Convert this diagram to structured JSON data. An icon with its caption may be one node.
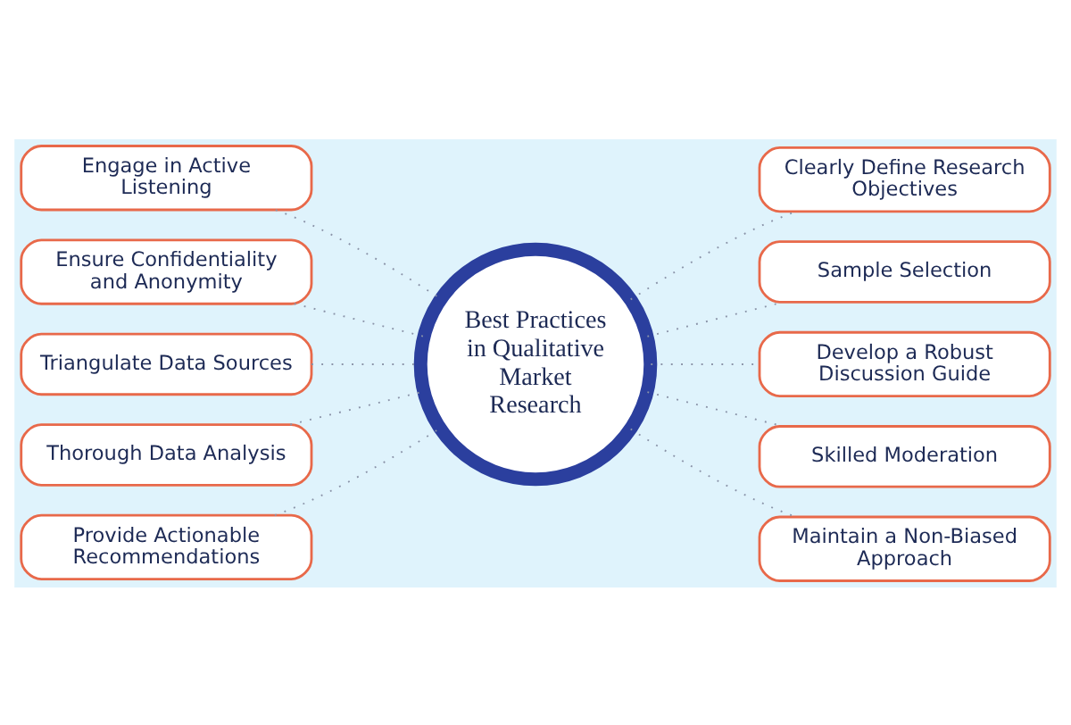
{
  "diagram": {
    "nodes": [
      {
        "text": [
          "Best Practices in Qualitative Market Research"
        ]
      },
      {
        "text": [
          "Engage in Active Listening"
        ]
      },
      {
        "text": [
          "Ensure Confidentiality and Anonymity"
        ]
      },
      {
        "text": [
          "Triangulate Data Sources"
        ]
      },
      {
        "text": [
          "Thorough Data Analysis"
        ]
      },
      {
        "text": [
          "Provide Actionable Recommendations"
        ]
      },
      {
        "text": [
          "Clearly Define Research Objectives"
        ]
      },
      {
        "text": [
          "Sample Selection"
        ]
      },
      {
        "text": [
          "Develop a Robust Discussion Guide"
        ]
      },
      {
        "text": [
          "Skilled Moderation"
        ]
      },
      {
        "text": [
          "Maintain a Non-Biased Approach"
        ]
      }
    ],
    "edges": [
      {
        "from": 1,
        "to": 0,
        "arrow": "none",
        "style": "dashed"
      },
      {
        "from": 2,
        "to": 0,
        "arrow": "none",
        "style": "dashed"
      },
      {
        "from": 3,
        "to": 0,
        "arrow": "none",
        "style": "dashed"
      },
      {
        "from": 4,
        "to": 0,
        "arrow": "none",
        "style": "dashed"
      },
      {
        "from": 5,
        "to": 0,
        "arrow": "none",
        "style": "dashed"
      },
      {
        "from": 0,
        "to": 6,
        "arrow": "none",
        "style": "dashed"
      },
      {
        "from": 0,
        "to": 7,
        "arrow": "none",
        "style": "dashed"
      },
      {
        "from": 0,
        "to": 8,
        "arrow": "none",
        "style": "dashed"
      },
      {
        "from": 0,
        "to": 9,
        "arrow": "none",
        "style": "dashed"
      },
      {
        "from": 0,
        "to": 10,
        "arrow": "none",
        "style": "dashed"
      }
    ]
  }
}
